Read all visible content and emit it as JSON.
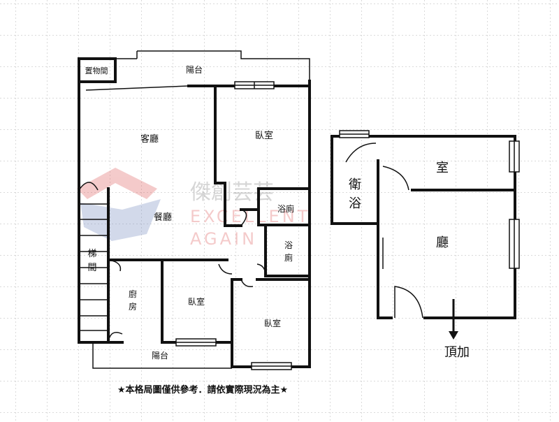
{
  "main_plan": {
    "rooms": {
      "storage": "置物間",
      "balcony_top": "陽台",
      "living_room": "客廳",
      "bedroom_top": "臥室",
      "dining_room": "餐廳",
      "bath_1": "浴廁",
      "bath_2_line1": "浴",
      "bath_2_line2": "廁",
      "stairs_line1": "梯",
      "stairs_line2": "間",
      "kitchen_line1": "廚",
      "kitchen_line2": "房",
      "bedroom_mid": "臥室",
      "bedroom_bottom": "臥室",
      "balcony_bottom": "陽台"
    }
  },
  "roof_plan": {
    "rooms": {
      "bath_line1": "衛",
      "bath_line2": "浴",
      "room": "室",
      "hall": "廳"
    },
    "roof_label": "頂加"
  },
  "watermark": {
    "line1": "傑創芸芸",
    "line2": "EXCELLENT",
    "line3": "AGAIN"
  },
  "footer_note": "★本格局圖僅供參考．請依實際現況為主★",
  "colors": {
    "wall": "#111111",
    "grid": "#b5b5b5",
    "watermark_red": "#e06a6a",
    "watermark_blue": "#7f93c4"
  }
}
